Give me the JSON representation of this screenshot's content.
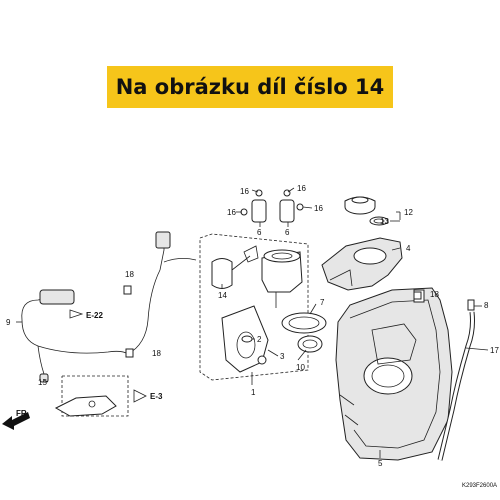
{
  "banner": {
    "text": "Na obrázku díl číslo 14"
  },
  "diagram": {
    "code": "K293F2600A",
    "refs": {
      "e22": "E-22",
      "e3": "E-3",
      "fr": "FR."
    },
    "labels": {
      "l1": "1",
      "l2": "2",
      "l3": "3",
      "l4": "4",
      "l5": "5",
      "l6a": "6",
      "l6b": "6",
      "l7": "7",
      "l8": "8",
      "l9": "9",
      "l10": "10",
      "l12": "12",
      "l13": "13",
      "l14": "14",
      "l15": "15",
      "l16a": "16",
      "l16b": "16",
      "l16c": "16",
      "l16d": "16",
      "l17": "17",
      "l18a": "18",
      "l18b": "18",
      "l18c": "18"
    }
  }
}
